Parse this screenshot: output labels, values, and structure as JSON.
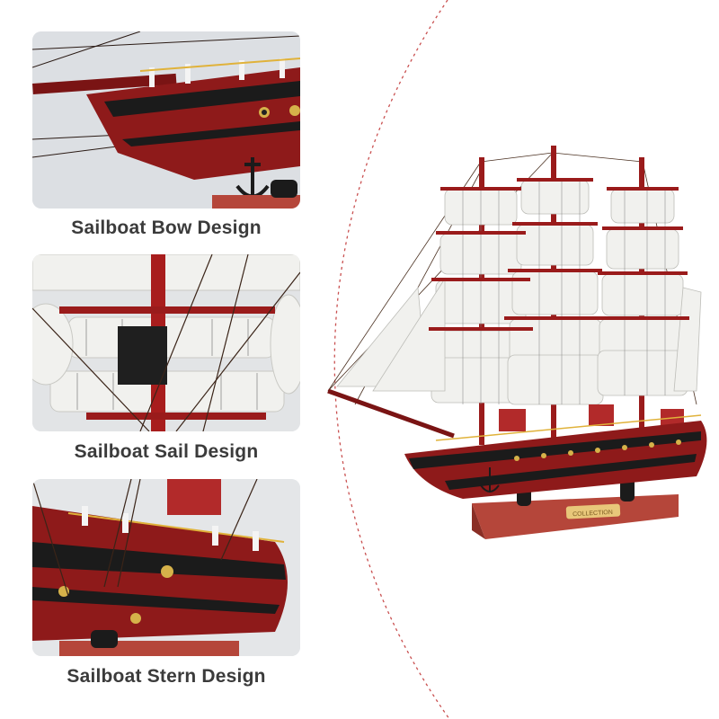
{
  "details": [
    {
      "caption": "Sailboat Bow Design"
    },
    {
      "caption": "Sailboat Sail Design"
    },
    {
      "caption": "Sailboat Stern Design"
    }
  ],
  "hero": {
    "plaque_text": "COLLECTION"
  },
  "colors": {
    "hull": "#8e1a1a",
    "hull_dark": "#5e0f0f",
    "stripe": "#1b1b1b",
    "sail": "#f1f1ee",
    "stand": "#b5463a",
    "divider": "#c95050",
    "caption": "#3b3b3b"
  }
}
